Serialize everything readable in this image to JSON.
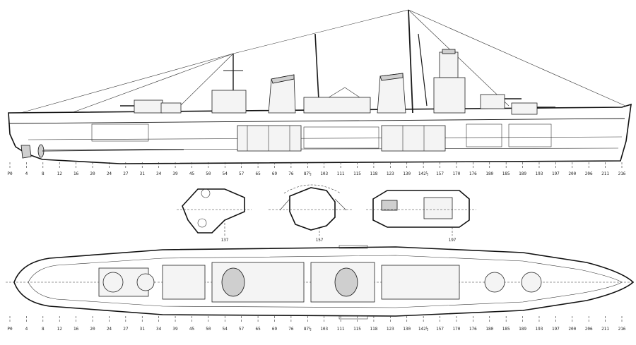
{
  "profile_frames": [
    "P0",
    "4",
    "8",
    "12",
    "16",
    "20",
    "24",
    "27",
    "31",
    "34",
    "39",
    "45",
    "50",
    "54",
    "57",
    "65",
    "69",
    "76",
    "87½",
    "103",
    "111",
    "115",
    "118",
    "123",
    "130",
    "142½",
    "157",
    "170",
    "176",
    "180",
    "185",
    "189",
    "193",
    "197",
    "200",
    "206",
    "211",
    "216"
  ],
  "plan_frames": [
    "P0",
    "4",
    "8",
    "12",
    "16",
    "20",
    "24",
    "27",
    "31",
    "34",
    "39",
    "45",
    "50",
    "54",
    "57",
    "65",
    "69",
    "76",
    "87½",
    "103",
    "111",
    "115",
    "118",
    "123",
    "130",
    "142½",
    "157",
    "170",
    "176",
    "180",
    "185",
    "189",
    "193",
    "197",
    "200",
    "206",
    "211",
    "216"
  ],
  "sections": [
    {
      "frame": "137"
    },
    {
      "frame": "157"
    },
    {
      "frame": "197"
    }
  ]
}
